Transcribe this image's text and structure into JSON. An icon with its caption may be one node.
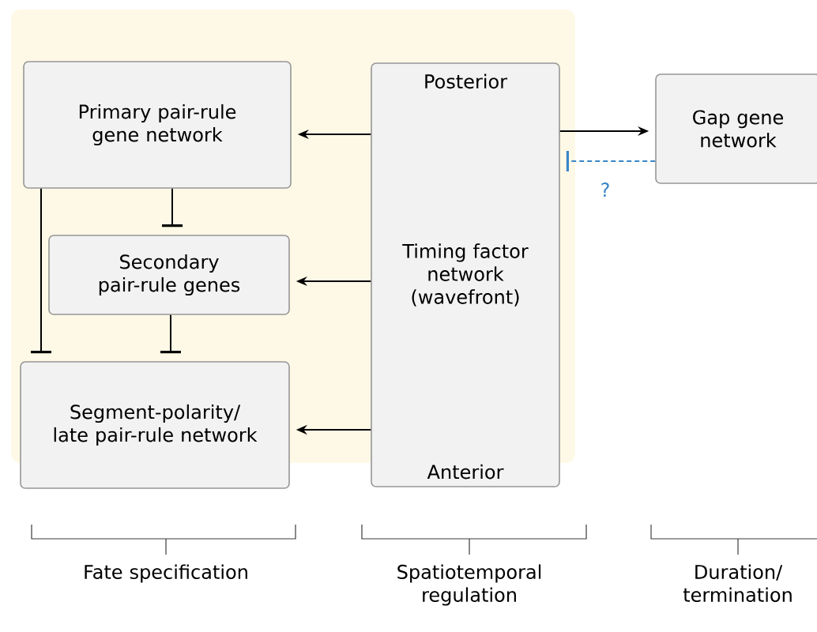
{
  "diagram": {
    "nodes": [
      {
        "text": [
          "Primary pair-rule gene network"
        ]
      },
      {
        "text": [
          "Secondary pair-rule genes"
        ]
      },
      {
        "text": [
          "Segment-polarity/ late pair-rule network"
        ]
      },
      {
        "text": [
          "Posterior",
          "Timing factor network (wavefront)",
          "Anterior"
        ]
      },
      {
        "text": [
          "Gap gene network"
        ]
      }
    ],
    "edges": [
      {
        "from": 3,
        "to": 0,
        "arrow": "to"
      },
      {
        "from": 3,
        "to": 1,
        "arrow": "to"
      },
      {
        "from": 3,
        "to": 2,
        "arrow": "to"
      },
      {
        "from": 3,
        "to": 4,
        "arrow": "to"
      },
      {
        "from": 4,
        "to": 3,
        "arrow": "other",
        "label": "?",
        "style": "dashed",
        "color": "#3a86c8"
      },
      {
        "from": 0,
        "to": 1,
        "arrow": "other"
      },
      {
        "from": 1,
        "to": 2,
        "arrow": "other"
      },
      {
        "from": 0,
        "to": 2,
        "arrow": "other"
      }
    ],
    "labels": [
      "Fate specification",
      "Spatiotemporal regulation",
      "Duration/ termination"
    ]
  }
}
